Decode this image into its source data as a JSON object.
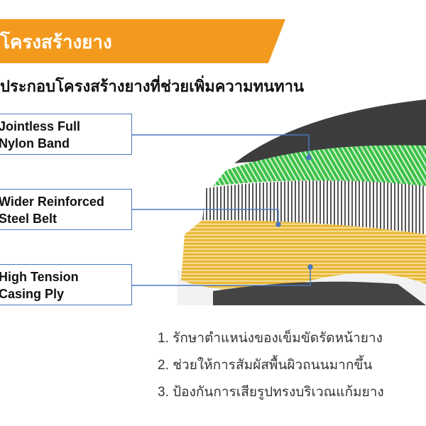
{
  "header": {
    "title": "โครงสร้างยาง"
  },
  "subtitle": "ประกอบโครงสร้างยางที่ช่วยเพิ่มความทนทาน",
  "labels": [
    {
      "line1": "Jointless Full",
      "line2": "Nylon Band"
    },
    {
      "line1": "Wider Reinforced",
      "line2": "Steel Belt"
    },
    {
      "line1": "High Tension",
      "line2": "Casing Ply"
    }
  ],
  "benefits": [
    "1. รักษาตำแหน่งของเข็มขัดรัดหน้ายาง",
    "2. ช่วยให้การสัมผัสพื้นผิวถนนมากขึ้น",
    "3. ป้องกันการเสียรูปทรงบริเวณแก้มยาง"
  ],
  "colors": {
    "accent": "#f39a1e",
    "leader": "#4a78c0",
    "nylon": "#3cc04a",
    "casing": "#e8b83a"
  }
}
